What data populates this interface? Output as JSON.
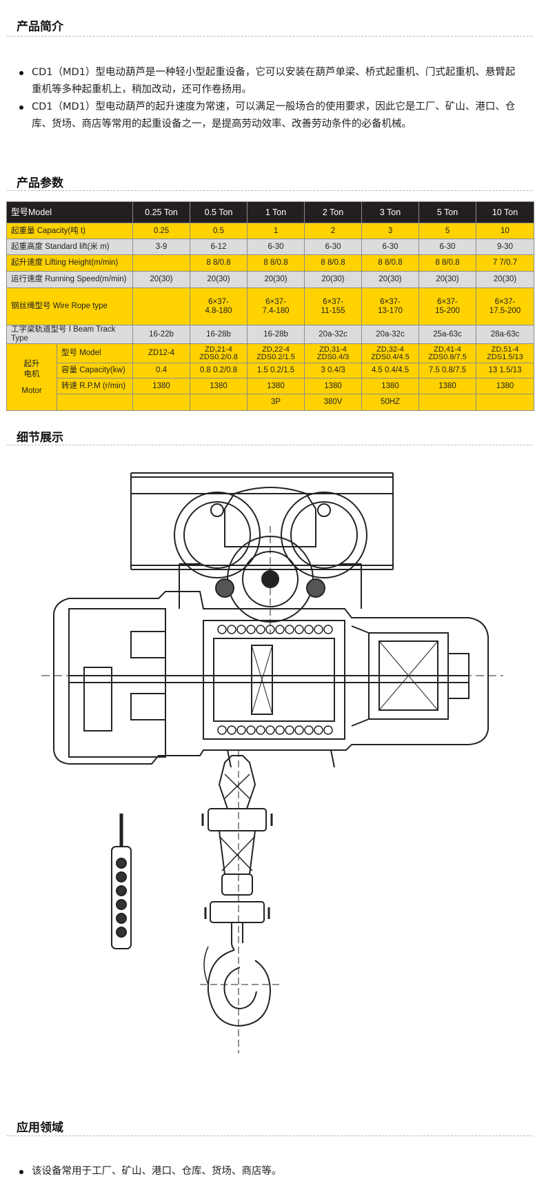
{
  "sections": {
    "intro": {
      "title": "产品简介",
      "bullets": [
        "CD1（MD1）型电动葫芦是一种轻小型起重设备，它可以安装在葫芦单梁、桥式起重机、门式起重机、悬臂起重机等多种起重机上，稍加改动，还可作卷扬用。",
        "CD1（MD1）型电动葫芦的起升速度为常速，可以满足一般场合的使用要求，因此它是工厂、矿山、港口、仓库、货场、商店等常用的起重设备之一，是提高劳动效率、改善劳动条件的必备机械。"
      ]
    },
    "params": {
      "title": "产品参数"
    },
    "details": {
      "title": "细节展示"
    },
    "application": {
      "title": "应用领域",
      "bullets": [
        "该设备常用于工厂、矿山、港口、仓库、货场、商店等。"
      ]
    }
  },
  "table": {
    "header": [
      "型号Model",
      "0.25 Ton",
      "0.5 Ton",
      "1 Ton",
      "2 Ton",
      "3 Ton",
      "5 Ton",
      "10 Ton"
    ],
    "rows": [
      {
        "label": "起重量  Capacity(吨 t)",
        "values": [
          "0.25",
          "0.5",
          "1",
          "2",
          "3",
          "5",
          "10"
        ]
      },
      {
        "label": "起重高度  Standard lift(米 m)",
        "values": [
          "3-9",
          "6-12",
          "6-30",
          "6-30",
          "6-30",
          "6-30",
          "9-30"
        ]
      },
      {
        "label": "起升速度  Lifting Height(m/min)",
        "values": [
          "",
          "8 8/0.8",
          "8 8/0.8",
          "8 8/0.8",
          "8 8/0.8",
          "8 8/0.8",
          "7 7/0.7"
        ]
      },
      {
        "label": "运行速度  Running Speed(m/min)",
        "values": [
          "20(30)",
          "20(30)",
          "20(30)",
          "20(30)",
          "20(30)",
          "20(30)",
          "20(30)"
        ]
      },
      {
        "label": "钢丝绳型号  Wire Rope type",
        "values": [
          "",
          "6×37-\n4.8-180",
          "6×37-\n7.4-180",
          "6×37-\n11-155",
          "6×37-\n13-170",
          "6×37-\n15-200",
          "6×37-\n17.5-200"
        ]
      },
      {
        "label": "工字梁轨道型号  I Beam Track Type",
        "values": [
          "16-22b",
          "16-28b",
          "16-28b",
          "20a-32c",
          "20a-32c",
          "25a-63c",
          "28a-63c"
        ]
      }
    ],
    "motor": {
      "label_cn": "起升\n电机",
      "label_en": "Motor",
      "rows": [
        {
          "label": "型号  Model",
          "values": [
            "ZD12-4",
            "ZD,21-4\nZDS0.2/0.8",
            "ZD,22-4\nZDS0.2/1.5",
            "ZD,31-4\nZDS0.4/3",
            "ZD,32-4\nZDS0.4/4.5",
            "ZD,41-4\nZDS0.8/7.5",
            "ZD,51-4\nZDS1.5/13"
          ]
        },
        {
          "label": "容量  Capacity(kw)",
          "values": [
            "0.4",
            "0.8 0.2/0.8",
            "1.5 0.2/1.5",
            "3 0.4/3",
            "4.5 0.4/4.5",
            "7.5 0.8/7.5",
            "13 1.5/13"
          ]
        },
        {
          "label": "转速  R.P.M (r/min)",
          "values": [
            "1380",
            "1380",
            "1380",
            "1380",
            "1380",
            "1380",
            "1380"
          ]
        },
        {
          "label": "",
          "values": [
            "",
            "",
            "3P",
            "380V",
            "50HZ",
            "",
            ""
          ]
        }
      ]
    }
  },
  "colors": {
    "yellow": "#ffd200",
    "gray": "#dcdcdc",
    "header": "#231f20"
  },
  "diagram": {
    "icon": "electric-hoist-cross-section-drawing"
  }
}
